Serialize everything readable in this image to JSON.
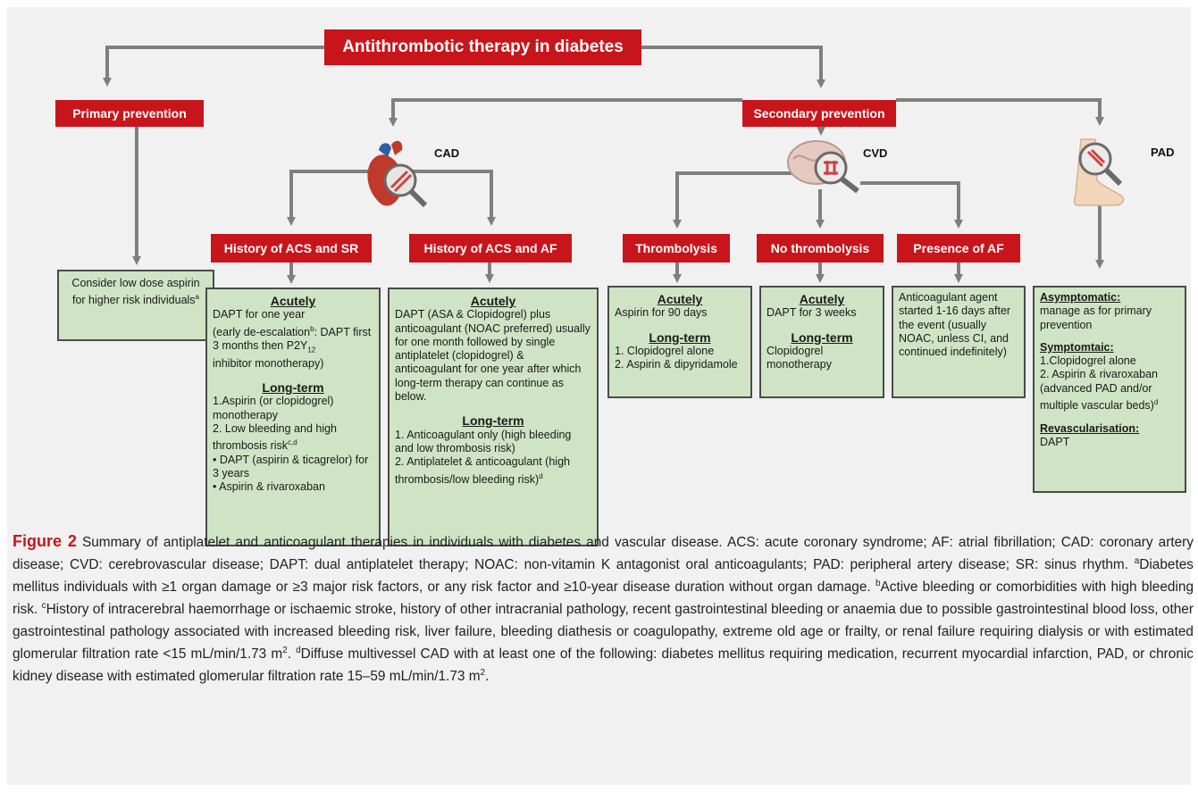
{
  "title": "Antithrombotic therapy in diabetes",
  "primary": {
    "title": "Primary prevention",
    "text": "Consider low dose aspirin for higher risk individuals",
    "note": "a"
  },
  "secondary": {
    "title": "Secondary prevention",
    "cad": "CAD",
    "cvd": "CVD",
    "pad": "PAD"
  },
  "acs_sr": {
    "title": "History of ACS and SR",
    "acute_head": "Acutely",
    "acute_1": "DAPT for one year",
    "acute_2": "(early de-escalation",
    "acute_2_sup": "b",
    "acute_2b": ": DAPT first 3 months then P2Y",
    "acute_2_sub": "12",
    "acute_3": "inhibitor monotherapy)",
    "long_head": "Long-term",
    "long_1": "1.Aspirin (or clopidogrel) monotherapy",
    "long_2": "2. Low bleeding and high thrombosis risk",
    "long_2_sup": "c,d",
    "long_3": "• DAPT (aspirin & ticagrelor) for 3 years",
    "long_4": "• Aspirin & rivaroxaban"
  },
  "acs_af": {
    "title": "History of ACS and AF",
    "acute_head": "Acutely",
    "acute_text": "DAPT (ASA & Clopidogrel) plus anticoagulant (NOAC preferred) usually for one month followed by single antiplatelet (clopidogrel) & anticoagulant for one year after which long-term therapy can continue as below.",
    "long_head": "Long-term",
    "long_1": "1. Anticoagulant only (high bleeding and low thrombosis risk)",
    "long_2": "2. Antiplatelet & anticoagulant (high thrombosis/low bleeding risk)",
    "long_2_sup": "d"
  },
  "thrombolysis": {
    "title": "Thrombolysis",
    "acute_head": "Acutely",
    "acute_text": "Aspirin for 90 days",
    "long_head": "Long-term",
    "long_1": "1. Clopidogrel alone",
    "long_2": "2. Aspirin & dipyridamole"
  },
  "no_thrombolysis": {
    "title": "No thrombolysis",
    "acute_head": "Acutely",
    "acute_text": "DAPT for 3 weeks",
    "long_head": "Long-term",
    "long_text": "Clopidogrel monotherapy"
  },
  "af": {
    "title": "Presence of AF",
    "text": "Anticoagulant agent started 1-16 days after the event (usually NOAC, unless CI, and continued indefinitely)"
  },
  "pad_box": {
    "asym_head": "Asymptomatic:",
    "asym_text": "manage as for primary prevention",
    "sym_head": "Symptomtaic:",
    "sym_1": "1.Clopidogrel alone",
    "sym_2": "2. Aspirin & rivaroxaban (advanced PAD and/or multiple vascular beds)",
    "sym_2_sup": "d",
    "revasc_head": "Revascularisation:",
    "revasc_text": "DAPT"
  },
  "caption": {
    "label": "Figure 2",
    "text1": " Summary of antiplatelet and anticoagulant therapies in individuals with diabetes and vascular disease. ACS: acute coronary syndrome; AF: atrial fibrillation; CAD: coronary artery disease; CVD: cerebrovascular disease; DAPT: dual antiplatelet therapy; NOAC: non-vitamin K antagonist oral anticoagulants; PAD: peripheral artery disease; SR: sinus rhythm. ",
    "sup_a": "a",
    "text_a": "Diabetes mellitus individuals with ≥1 organ damage or ≥3 major risk factors, or any risk factor and ≥10-year disease duration without organ damage. ",
    "sup_b": "b",
    "text_b": "Active bleeding or comorbidities with high bleeding risk. ",
    "sup_c": "c",
    "text_c": "History of intracerebral haemorrhage or ischaemic stroke, history of other intracranial pathology, recent gastrointestinal bleeding or anaemia due to possible gastrointestinal blood loss, other gastrointestinal pathology associated with increased bleeding risk, liver failure, bleeding diathesis or coagulopathy, extreme old age or frailty, or renal failure requiring dialysis or with estimated glomerular filtration rate <15 mL/min/1.73 m",
    "sq1": "2",
    "text_c2": ". ",
    "sup_d": "d",
    "text_d": "Diffuse multivessel CAD with at least one of the following: diabetes mellitus requiring medication, recurrent myocardial infarction, PAD, or chronic kidney disease with estimated glomerular filtration rate 15–59 mL/min/1.73 m",
    "sq2": "2",
    "text_d2": "."
  },
  "colors": {
    "header_red": "#c8151b",
    "box_green": "#cfe4c4",
    "connector_gray": "#7f7f7f",
    "background": "#f1f1f1"
  }
}
